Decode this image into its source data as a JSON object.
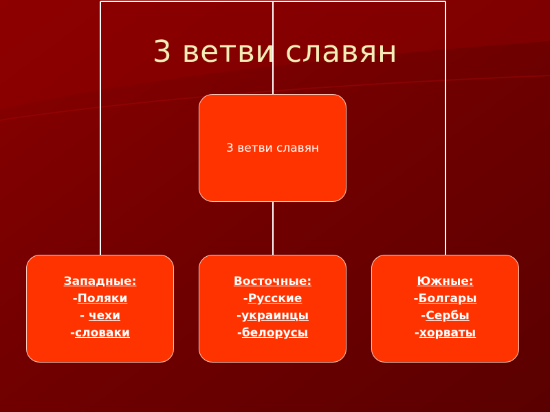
{
  "slide": {
    "title": "3 ветви славян"
  },
  "diagram": {
    "root": {
      "label": "3 ветви славян"
    },
    "branches": [
      {
        "id": "west",
        "heading": "Западные:",
        "items": [
          {
            "prefix": "-",
            "name": "Поляки"
          },
          {
            "prefix": "- ",
            "name": " чехи"
          },
          {
            "prefix": "-",
            "name": "словаки"
          }
        ]
      },
      {
        "id": "east",
        "heading": "Восточные:",
        "items": [
          {
            "prefix": "-",
            "name": "Русские"
          },
          {
            "prefix": "-",
            "name": "украинцы"
          },
          {
            "prefix": "-",
            "name": "белорусы"
          }
        ]
      },
      {
        "id": "south",
        "heading": "Южные:",
        "items": [
          {
            "prefix": "-",
            "name": "Болгары"
          },
          {
            "prefix": "-",
            "name": "Сербы"
          },
          {
            "prefix": "-",
            "name": "хорваты"
          }
        ]
      }
    ]
  },
  "colors": {
    "background": "#6e0000",
    "title_text": "#f3edb8",
    "node_fill": "#ff3300",
    "node_border": "#f6d2c4",
    "connector": "#ffffff"
  }
}
